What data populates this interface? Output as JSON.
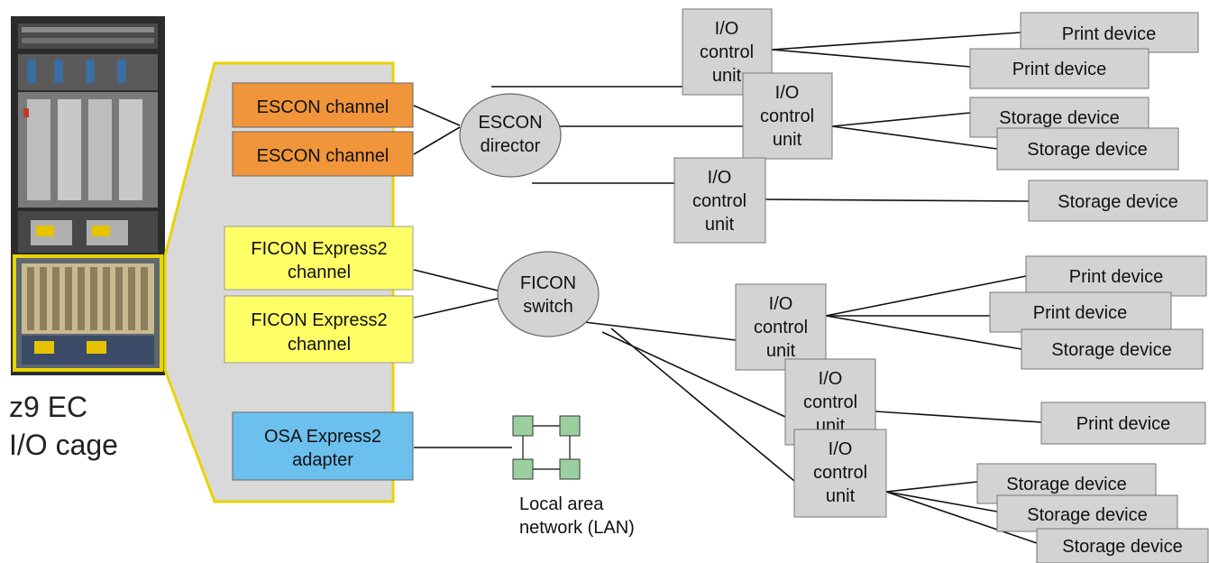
{
  "cage_label": [
    "z9 EC",
    "I/O cage"
  ],
  "channels": {
    "escon_1": [
      "ESCON channel"
    ],
    "escon_2": [
      "ESCON channel"
    ],
    "ficon_1": [
      "FICON Express2",
      "channel"
    ],
    "ficon_2": [
      "FICON Express2",
      "channel"
    ],
    "osa": [
      "OSA Express2",
      "adapter"
    ]
  },
  "hubs": {
    "escon_director": [
      "ESCON",
      "director"
    ],
    "ficon_switch": [
      "FICON",
      "switch"
    ]
  },
  "lan_label": [
    "Local area",
    "network (LAN)"
  ],
  "control_units": {
    "cu_1": [
      "I/O",
      "control",
      "unit"
    ],
    "cu_2": [
      "I/O",
      "control",
      "unit"
    ],
    "cu_3": [
      "I/O",
      "control",
      "unit"
    ],
    "cu_4": [
      "I/O",
      "control",
      "unit"
    ],
    "cu_5": [
      "I/O",
      "control",
      "unit"
    ],
    "cu_6": [
      "I/O",
      "control",
      "unit"
    ]
  },
  "devices": {
    "d1": "Print device",
    "d2": "Print device",
    "d3": "Storage device",
    "d4": "Storage device",
    "d5": "Storage device",
    "d6": "Print device",
    "d7": "Print device",
    "d8": "Storage device",
    "d9": "Print device",
    "d10": "Storage device",
    "d11": "Storage device",
    "d12": "Storage device"
  },
  "colors": {
    "escon": "#F0953A",
    "ficon": "#FFFF66",
    "osa": "#6CC0EE",
    "panel": "#D9D9D9",
    "cage_frame": "#E8D400",
    "box": "#D3D3D3",
    "lan_node": "#9CCFA0"
  }
}
